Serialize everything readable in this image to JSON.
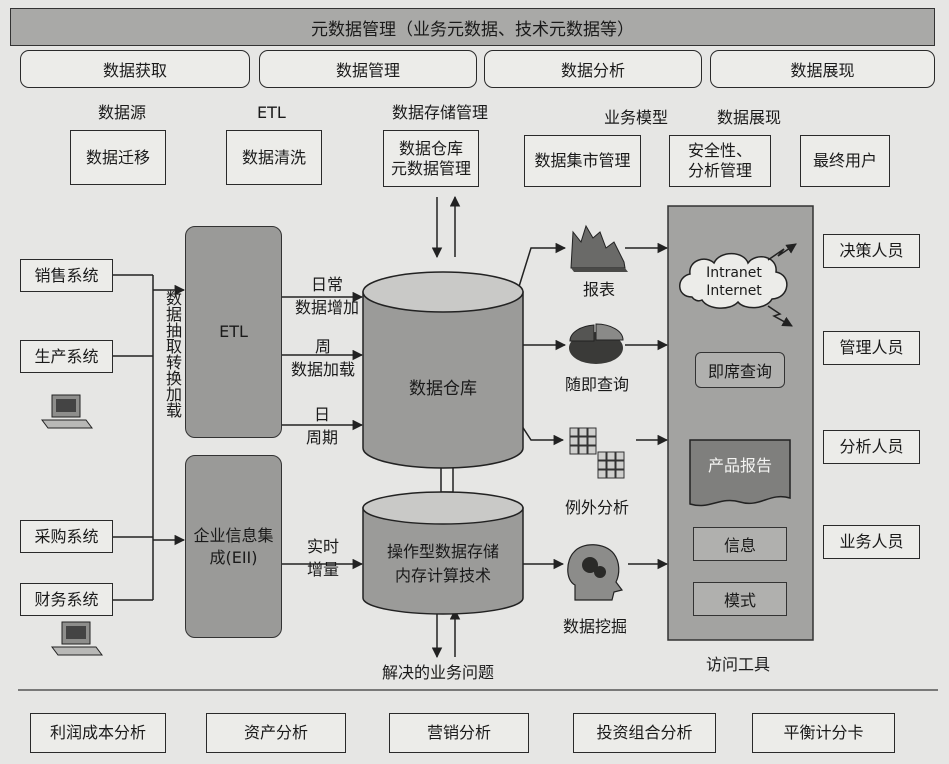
{
  "title_bar": "元数据管理（业务元数据、技术元数据等）",
  "phases": [
    "数据获取",
    "数据管理",
    "数据分析",
    "数据展现"
  ],
  "top_labels": {
    "source": "数据源",
    "etl": "ETL",
    "storage": "数据存储管理",
    "business_model": "业务模型",
    "presentation": "数据展现"
  },
  "top_boxes": {
    "migration": "数据迁移",
    "cleaning": "数据清洗",
    "dw_meta": [
      "数据仓库",
      "元数据管理"
    ],
    "mart": "数据集市管理",
    "security": [
      "安全性、",
      "分析管理"
    ],
    "end_user": "最终用户"
  },
  "source_systems": [
    "销售系统",
    "生产系统",
    "采购系统",
    "财务系统"
  ],
  "extract_label": "数据抽取转换加载",
  "etl_box": "ETL",
  "eii_box": "企业信息集成(EII)",
  "load_labels": {
    "daily": [
      "日常",
      "数据增加"
    ],
    "weekly": [
      "周",
      "数据加载"
    ],
    "period": [
      "日",
      "周期"
    ],
    "realtime": [
      "实时",
      "增量"
    ]
  },
  "warehouse": "数据仓库",
  "ods": [
    "操作型数据存储",
    "内存计算技术"
  ],
  "business_problems": "解决的业务问题",
  "analysis_tools": [
    "报表",
    "随即查询",
    "例外分析",
    "数据挖掘"
  ],
  "access": {
    "network": [
      "Intranet",
      "Internet"
    ],
    "items": [
      "即席查询",
      "产品报告",
      "信息",
      "模式"
    ],
    "label": "访问工具"
  },
  "users": [
    "决策人员",
    "管理人员",
    "分析人员",
    "业务人员"
  ],
  "applications": [
    "利润成本分析",
    "资产分析",
    "营销分析",
    "投资组合分析",
    "平衡计分卡"
  ]
}
